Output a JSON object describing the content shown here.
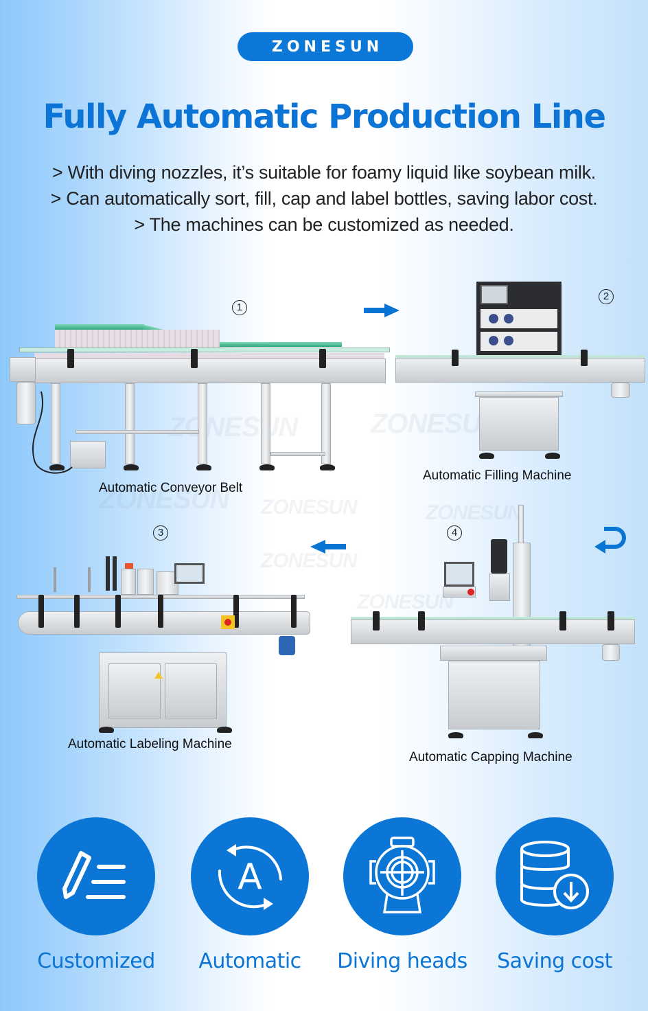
{
  "brand": {
    "logo_text": "ZONESUN",
    "color": "#0b78d8"
  },
  "header": {
    "title": "Fully Automatic Production Line",
    "bullets": [
      "> With diving nozzles, it’s suitable for foamy liquid like soybean milk.",
      "> Can automatically sort, fill, cap and label bottles, saving labor cost.",
      "> The machines can be customized as needed."
    ]
  },
  "watermark": "ZONESUN",
  "steps": [
    {
      "number": "1",
      "caption": "Automatic Conveyor Belt"
    },
    {
      "number": "2",
      "caption": "Automatic Filling Machine"
    },
    {
      "number": "3",
      "caption": "Automatic Labeling Machine"
    },
    {
      "number": "4",
      "caption": "Automatic Capping Machine"
    }
  ],
  "flow_arrows": [
    {
      "from": "1",
      "to": "2",
      "direction": "right"
    },
    {
      "from": "2",
      "to": "4",
      "direction": "return"
    },
    {
      "from": "4",
      "to": "3",
      "direction": "left"
    }
  ],
  "features": [
    {
      "icon": "pencil-list-icon",
      "label": "Customized"
    },
    {
      "icon": "auto-cycle-icon",
      "label": "Automatic"
    },
    {
      "icon": "diving-helmet-icon",
      "label": "Diving heads"
    },
    {
      "icon": "database-download-icon",
      "label": "Saving cost"
    }
  ],
  "colors": {
    "accent": "#0b74d4",
    "arrow": "#0a74d2",
    "text": "#222222"
  }
}
